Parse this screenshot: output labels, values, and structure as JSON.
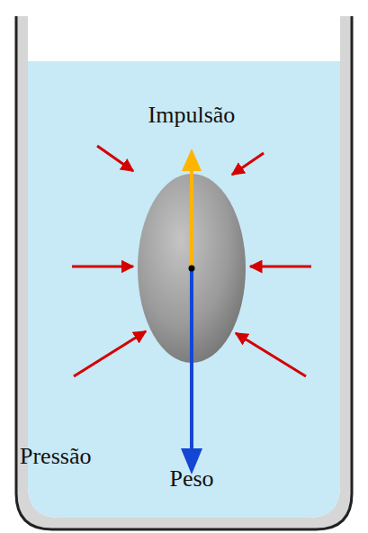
{
  "diagram": {
    "labels": [
      "Impulsão",
      "Pressão",
      "Peso"
    ]
  }
}
